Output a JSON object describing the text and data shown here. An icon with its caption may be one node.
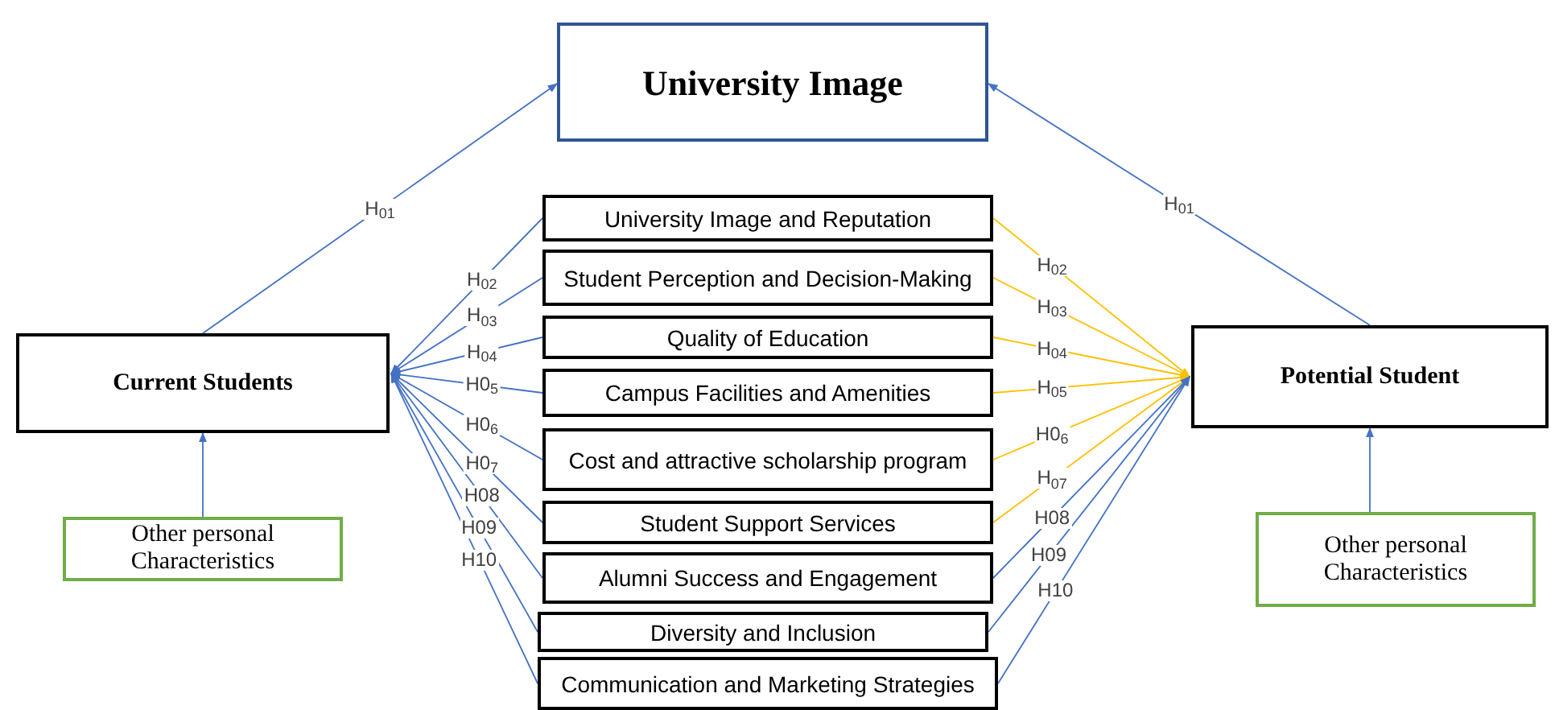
{
  "diagram": {
    "nodes": [
      {
        "text": [
          "University Image"
        ]
      },
      {
        "text": [
          "Current Students"
        ]
      },
      {
        "text": [
          "Potential Student"
        ]
      },
      {
        "text": [
          "University Image and Reputation"
        ]
      },
      {
        "text": [
          "Student Perception and Decision-Making"
        ]
      },
      {
        "text": [
          "Quality of Education"
        ]
      },
      {
        "text": [
          "Campus Facilities and Amenities"
        ]
      },
      {
        "text": [
          "Cost and attractive scholarship program"
        ]
      },
      {
        "text": [
          "Student Support Services"
        ]
      },
      {
        "text": [
          "Alumni Success and Engagement"
        ]
      },
      {
        "text": [
          "Diversity and Inclusion"
        ]
      },
      {
        "text": [
          "Communication and Marketing Strategies"
        ]
      },
      {
        "text": [
          "Other personal Characteristics"
        ]
      },
      {
        "text": [
          "Other personal Characteristics"
        ]
      }
    ],
    "edges": [
      {
        "from": 1,
        "to": 0,
        "arrow": "to",
        "label": "H$_{01}$"
      },
      {
        "from": 2,
        "to": 0,
        "arrow": "to",
        "label": "H$_{01}$"
      },
      {
        "from": 3,
        "to": 1,
        "arrow": "to",
        "label": "H$_{02}$"
      },
      {
        "from": 4,
        "to": 1,
        "arrow": "to",
        "label": "H$_{03}$"
      },
      {
        "from": 5,
        "to": 1,
        "arrow": "to",
        "label": "H$_{04}$"
      },
      {
        "from": 6,
        "to": 1,
        "arrow": "to",
        "label": "H0$_{5}$"
      },
      {
        "from": 7,
        "to": 1,
        "arrow": "to",
        "label": "H0$_{6}$"
      },
      {
        "from": 8,
        "to": 1,
        "arrow": "to",
        "label": "H0$_{7}$"
      },
      {
        "from": 9,
        "to": 1,
        "arrow": "to",
        "label": "H08"
      },
      {
        "from": 10,
        "to": 1,
        "arrow": "to",
        "label": "H09"
      },
      {
        "from": 11,
        "to": 1,
        "arrow": "to",
        "label": "H10"
      },
      {
        "from": 3,
        "to": 2,
        "arrow": "to",
        "label": "H$_{02}$",
        "color": "#ffc000"
      },
      {
        "from": 4,
        "to": 2,
        "arrow": "to",
        "label": "H$_{03}$",
        "color": "#ffc000"
      },
      {
        "from": 5,
        "to": 2,
        "arrow": "to",
        "label": "H$_{04}$",
        "color": "#ffc000"
      },
      {
        "from": 6,
        "to": 2,
        "arrow": "to",
        "label": "H$_{05}$",
        "color": "#ffc000"
      },
      {
        "from": 7,
        "to": 2,
        "arrow": "to",
        "label": "H0$_{6}$",
        "color": "#ffc000"
      },
      {
        "from": 8,
        "to": 2,
        "arrow": "to",
        "label": "H$_{07}$",
        "color": "#ffc000"
      },
      {
        "from": 9,
        "to": 2,
        "arrow": "to",
        "label": "H08"
      },
      {
        "from": 10,
        "to": 2,
        "arrow": "to",
        "label": "H09"
      },
      {
        "from": 11,
        "to": 2,
        "arrow": "to",
        "label": "H10"
      },
      {
        "from": 12,
        "to": 1,
        "arrow": "to"
      },
      {
        "from": 13,
        "to": 2,
        "arrow": "to"
      }
    ]
  }
}
